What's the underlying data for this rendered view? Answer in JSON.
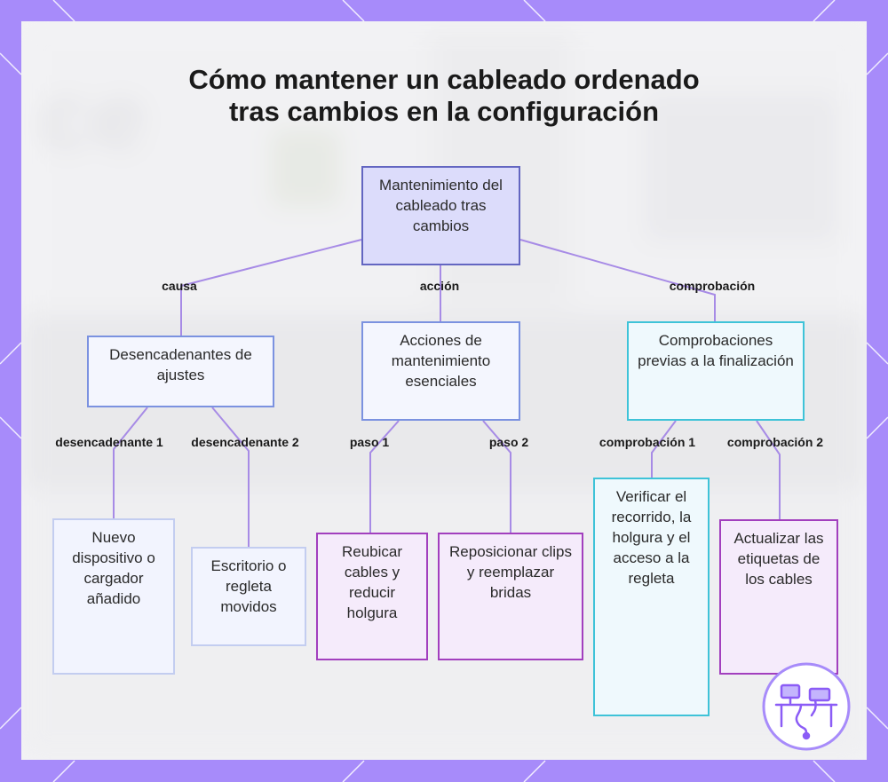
{
  "title_lines": [
    "Cómo mantener un cableado ordenado",
    "tras cambios en la configuración"
  ],
  "root": {
    "label": "Mantenimiento del cableado tras cambios"
  },
  "branches": [
    {
      "edge_label": "causa",
      "label": "Desencadenantes de ajustes",
      "children": [
        {
          "edge_label": "desencadenante 1",
          "label": "Nuevo dispositivo o cargador añadido"
        },
        {
          "edge_label": "desencadenante 2",
          "label": "Escritorio o regleta movidos"
        }
      ]
    },
    {
      "edge_label": "acción",
      "label": "Acciones de mantenimiento esenciales",
      "children": [
        {
          "edge_label": "paso 1",
          "label": "Reubicar cables y reducir holgura"
        },
        {
          "edge_label": "paso 2",
          "label": "Reposicionar clips y reemplazar bridas"
        }
      ]
    },
    {
      "edge_label": "comprobación",
      "label": "Comprobaciones previas a la finalización",
      "children": [
        {
          "edge_label": "comprobación 1",
          "label": "Verificar el recorrido, la holgura y el acceso a la regleta"
        },
        {
          "edge_label": "comprobación 2",
          "label": "Actualizar las etiquetas de los cables"
        }
      ]
    }
  ],
  "colors": {
    "frame": "#a78bfa",
    "root_fill": "#dcdcfb",
    "root_border": "#6366c1",
    "blue_border": "#7b92e0",
    "cyan_border": "#3ec3d8",
    "purple_border": "#a23fbe",
    "purple_fill": "#f5ebfb",
    "edge": "#a78be6"
  },
  "logo_icon": "desk-cable-icon"
}
